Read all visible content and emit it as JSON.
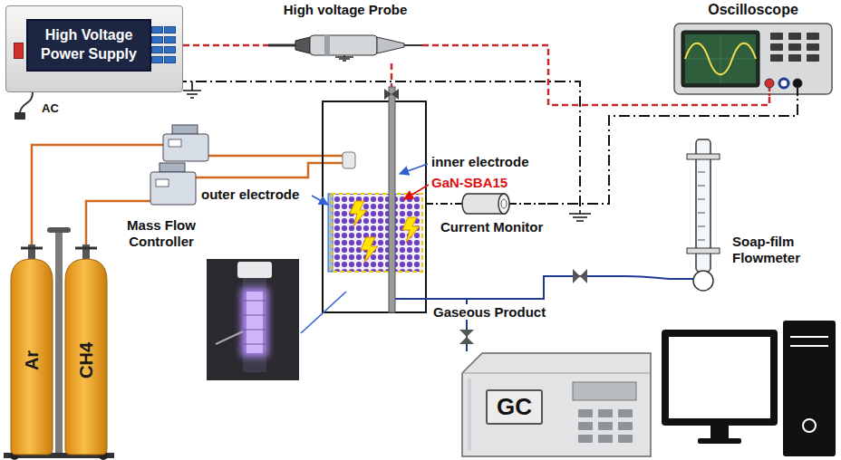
{
  "diagram": {
    "nodes": [
      {
        "text": [
          "High Voltage Power Supply"
        ]
      },
      {
        "text": [
          "High voltage Probe"
        ]
      },
      {
        "text": [
          "Oscilloscope"
        ]
      },
      {
        "text": [
          "Mass Flow Controller"
        ]
      },
      {
        "text": [
          "Ar"
        ]
      },
      {
        "text": [
          "CH4"
        ]
      },
      {
        "text": [
          "Current Monitor"
        ]
      },
      {
        "text": [
          "Soap-film Flowmeter"
        ]
      },
      {
        "text": [
          "GC"
        ]
      }
    ],
    "edges": [
      {
        "from": 0,
        "to": 1,
        "arrow": "none"
      },
      {
        "from": 1,
        "to": 2,
        "arrow": "none"
      },
      {
        "from": 4,
        "to": 3,
        "arrow": "none"
      },
      {
        "from": 5,
        "to": 3,
        "arrow": "none"
      },
      {
        "from": 6,
        "to": 2,
        "arrow": "none"
      }
    ],
    "labels": [
      "AC",
      "inner electrode",
      "GaN-SBA15",
      "outer electrode",
      "Gaseous Product"
    ]
  }
}
